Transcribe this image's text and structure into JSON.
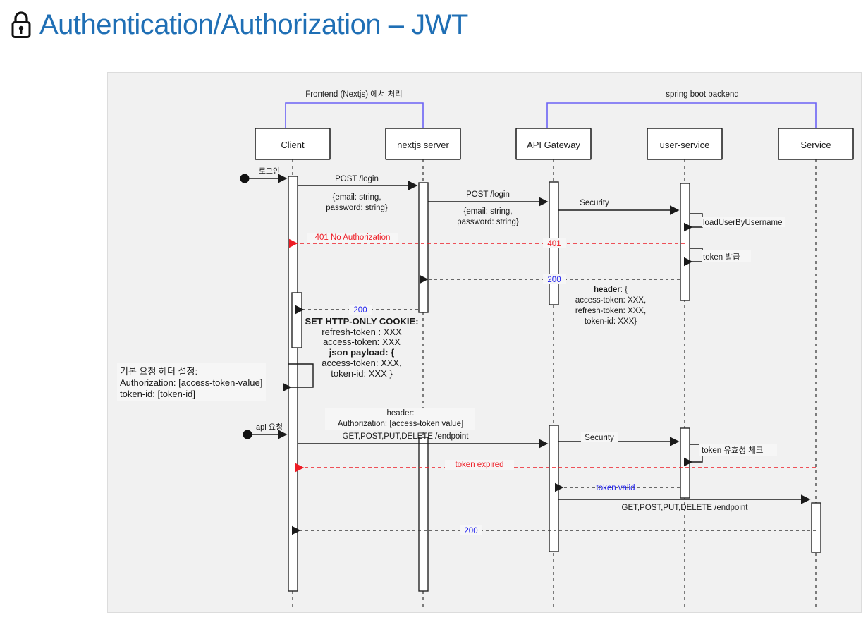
{
  "page": {
    "title": "Authentication/Authorization – JWT",
    "title_icon": "lock-icon",
    "title_color": "#1f6fb5",
    "background": "#ffffff",
    "diagram_background": "#f1f1f1"
  },
  "diagram": {
    "type": "sequence-diagram",
    "groups": [
      {
        "label": "Frontend (Nextjs) 에서 처리",
        "color": "#6c63f5",
        "from": "Client",
        "to": "nextjs server"
      },
      {
        "label": "spring boot backend",
        "color": "#6c63f5",
        "from": "API Gateway",
        "to": "Service"
      }
    ],
    "actors": [
      {
        "id": "client",
        "label": "Client"
      },
      {
        "id": "nextjs",
        "label": "nextjs server"
      },
      {
        "id": "gateway",
        "label": "API Gateway"
      },
      {
        "id": "usersvc",
        "label": "user-service"
      },
      {
        "id": "service",
        "label": "Service"
      }
    ],
    "entry_points": [
      {
        "label": "로그인",
        "from": "actor-start",
        "to": "client"
      },
      {
        "label": "api 요청",
        "from": "actor-start",
        "to": "client"
      }
    ],
    "messages": [
      {
        "id": "m1",
        "kind": "call",
        "from": "client",
        "to": "nextjs",
        "label": "POST /login",
        "sublabel": "{email: string,\npassword: string}"
      },
      {
        "id": "m2",
        "kind": "call",
        "from": "nextjs",
        "to": "gateway",
        "label": "POST /login",
        "sublabel": "{email: string,\npassword: string}"
      },
      {
        "id": "m3",
        "kind": "call",
        "from": "gateway",
        "to": "usersvc",
        "label": "Security"
      },
      {
        "id": "m4",
        "kind": "self",
        "at": "usersvc",
        "label": "loadUserByUsername"
      },
      {
        "id": "m5",
        "kind": "error",
        "from": "gateway",
        "to": "client",
        "label": "401",
        "label_client": "401 No Authorization",
        "color": "#ee1c25"
      },
      {
        "id": "m6",
        "kind": "self",
        "at": "usersvc",
        "label": "token 발급"
      },
      {
        "id": "m7",
        "kind": "return",
        "from": "usersvc",
        "to": "nextjs",
        "label": "200",
        "color": "#2222ee",
        "note": "header: {\naccess-token: XXX,\nrefresh-token: XXX,\ntoken-id: XXX}"
      },
      {
        "id": "m8",
        "kind": "return",
        "from": "nextjs",
        "to": "client",
        "label": "200",
        "color": "#2222ee",
        "note": "SET HTTP-ONLY COOKIE:\nrefresh-token : XXX\naccess-token: XXX\njson payload: {\naccess-token: XXX,\ntoken-id: XXX }"
      },
      {
        "id": "m9",
        "kind": "self",
        "at": "client",
        "note": "기본 요청 헤더 설정:\nAuthorization:  [access-token-value]\ntoken-id: [token-id]"
      },
      {
        "id": "m10",
        "kind": "call",
        "from": "client",
        "to": "gateway",
        "label": "GET,POST,PUT,DELETE /endpoint",
        "sublabel": "header:\nAuthorization: [access-token value]"
      },
      {
        "id": "m11",
        "kind": "call",
        "from": "gateway",
        "to": "usersvc",
        "label": "Security"
      },
      {
        "id": "m12",
        "kind": "self",
        "at": "usersvc",
        "label": "token 유효성 체크"
      },
      {
        "id": "m13",
        "kind": "error",
        "from": "usersvc",
        "to": "client",
        "label": "token expired",
        "color": "#ee1c25"
      },
      {
        "id": "m14",
        "kind": "return",
        "from": "usersvc",
        "to": "gateway",
        "label": "token valid",
        "color": "#2222ee"
      },
      {
        "id": "m15",
        "kind": "call",
        "from": "gateway",
        "to": "service",
        "label": "GET,POST,PUT,DELETE /endpoint"
      },
      {
        "id": "m16",
        "kind": "return",
        "from": "service",
        "to": "client",
        "label": "200",
        "color": "#2222ee"
      }
    ],
    "notes": {
      "header_block": "header: {\naccess-token: XXX,\nrefresh-token: XXX,\ntoken-id: XXX}",
      "cookie_block_title": "SET HTTP-ONLY COOKIE:",
      "cookie_refresh": "refresh-token : XXX",
      "cookie_access": "access-token: XXX",
      "payload_title": "json payload: {",
      "payload_access": "access-token: XXX,",
      "payload_tokenid": "token-id: XXX }",
      "default_header_title": "기본 요청 헤더 설정:",
      "default_header_auth": "Authorization:  [access-token-value]",
      "default_header_tokenid": "token-id: [token-id]",
      "api_header_title": "header:",
      "api_header_auth": "Authorization: [access-token value]"
    },
    "text": {
      "post_login": "POST /login",
      "email_line": "{email: string,",
      "password_line": "password: string}",
      "security": "Security",
      "load_user": "loadUserByUsername",
      "token_issue": "token 발급",
      "err_401_full": "401 No Authorization",
      "code_401": "401",
      "code_200": "200",
      "hdr_bold": "header",
      "hdr_open": ": {",
      "hdr_access": "access-token: XXX,",
      "hdr_refresh": "refresh-token: XXX,",
      "hdr_tokenid": "token-id: XXX}",
      "endpoint": "GET,POST,PUT,DELETE /endpoint",
      "token_expired": "token expired",
      "token_valid": "token valid",
      "token_check": "token 유효성 체크",
      "login_entry": "로그인",
      "api_entry": "api 요청"
    }
  }
}
